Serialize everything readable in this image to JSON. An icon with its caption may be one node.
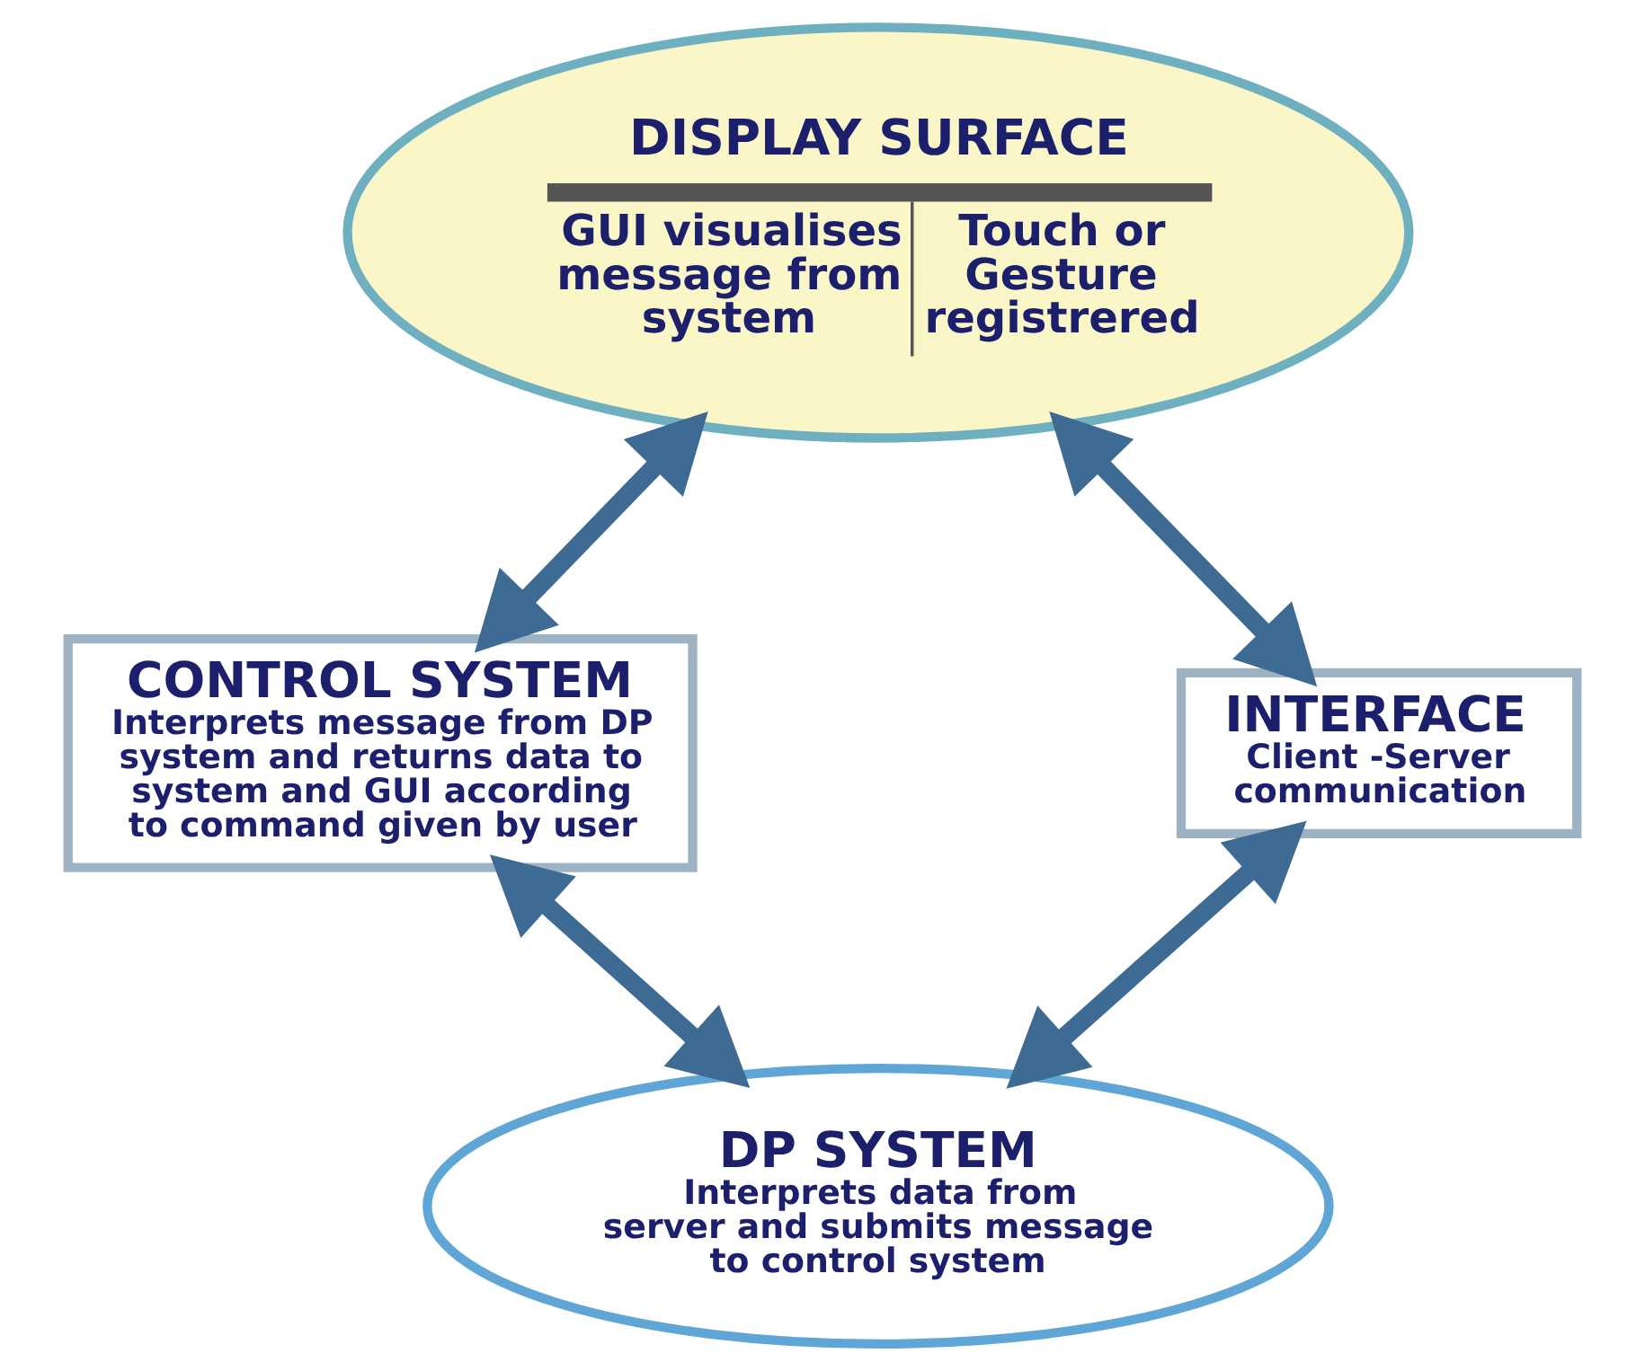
{
  "diagram": {
    "nodes": [
      {
        "text": [
          "DISPLAY SURFACE",
          "GUI visualises message from system",
          "Touch or Gesture registrered"
        ]
      },
      {
        "text": [
          "CONTROL SYSTEM",
          "Interprets message from DP system and returns data to system and GUI according to command given by user"
        ]
      },
      {
        "text": [
          "INTERFACE",
          "Client -Server communication"
        ]
      },
      {
        "text": [
          "DP SYSTEM",
          "Interprets data from server and submits message to control system"
        ]
      }
    ],
    "edges": [
      {
        "from": 0,
        "to": 1,
        "arrow": "both"
      },
      {
        "from": 0,
        "to": 2,
        "arrow": "both"
      },
      {
        "from": 2,
        "to": 3,
        "arrow": "both"
      },
      {
        "from": 1,
        "to": 3,
        "arrow": "both"
      }
    ]
  }
}
